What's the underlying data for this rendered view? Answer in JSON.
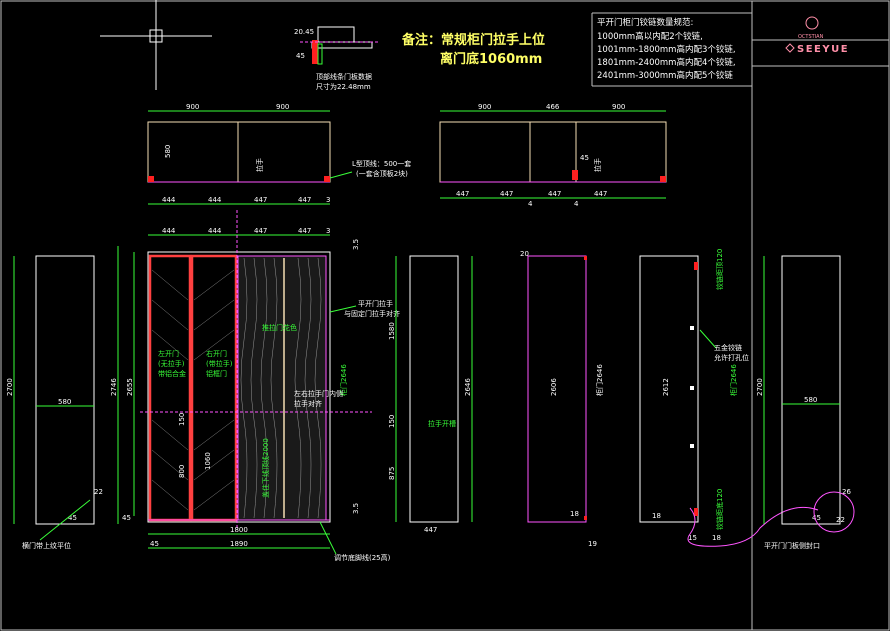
{
  "note": {
    "line1": "备注：常规柜门拉手上位",
    "line2": "离门底1060mm"
  },
  "hinge_rules": {
    "title": "平开门柜门铰链数量规范:",
    "rows": [
      "1000mm高以内配2个铰链,",
      "1001mm-1800mm高内配3个铰链,",
      "1801mm-2400mm高内配4个铰链,",
      "2401mm-3000mm高内配5个铰链"
    ]
  },
  "logo": {
    "brand_small": "OCTSTIAN",
    "brand": "SEEYUE"
  },
  "top_detail": {
    "dim_a": "20.45",
    "dim_b": "45",
    "caption_1": "顶部线条门板数据",
    "caption_2": "尺寸为22.48mm"
  },
  "plan_left": {
    "top_dims": [
      "900",
      "900"
    ],
    "depth": "580",
    "handle_label": "拉手",
    "bottom_dims": [
      "444",
      "444",
      "447",
      "447",
      "3"
    ],
    "note": "L型顶线：500一套",
    "note2": "(一套含顶板2块)"
  },
  "plan_right": {
    "top_dims": [
      "900",
      "466",
      "900"
    ],
    "small_dim": "45",
    "handle_label": "拉手",
    "bottom_dims": [
      "447",
      "447",
      "4",
      "447",
      "447",
      "4"
    ]
  },
  "front": {
    "top_dims": [
      "444",
      "444",
      "447",
      "447",
      "3"
    ],
    "height_total": "2746",
    "height_inner": "2655",
    "plinth": "45",
    "width_total": "1800",
    "width_inner": "1890",
    "bottom_left": "45",
    "door_left_label_1": "左开门",
    "door_left_label_2": "(无拉手)",
    "door_left_label_3": "带铝合金",
    "door_mid_label_1": "右开门",
    "door_mid_label_2": "(带拉手)",
    "door_mid_label_3": "铝框门",
    "door_right_label": "推拉门花色",
    "door_right_label_2": "柜门2646",
    "mid_dim_1": "150",
    "mid_dim_2": "800",
    "mid_dim_3": "1060",
    "right_dim_top": "3.5",
    "right_dim_bottom": "3.5",
    "note_right_1": "平开门拉手",
    "note_right_2": "与固定门拉手对齐",
    "note_mid_1": "左右拉手门内侧",
    "note_mid_2": "拉手对齐",
    "bottom_note": "盖住下线顶线2000",
    "left_bottom_label": "横门带上纹平位",
    "bottom_label": "调节底脚线(25高)",
    "left_side_height": "2700",
    "left_side_width": "580",
    "left_side_small": "45",
    "left_side_small2": "22"
  },
  "side_a": {
    "dims": [
      "1580",
      "150",
      "875"
    ],
    "total": "2646",
    "bottom": "447",
    "label": "拉手开槽",
    "right_top": "3.5"
  },
  "side_b": {
    "total": "2606",
    "label_h": "柜门2646",
    "top": "20",
    "bottom": "18",
    "bottom2": "19"
  },
  "side_c": {
    "total": "2612",
    "label_h": "柜门2646",
    "top_hinge": "铰链距顶120",
    "bottom_hinge": "铰链距底120",
    "note_1": "五金铰链",
    "note_2": "允许打孔位",
    "bottom_dims": [
      "18",
      "18"
    ],
    "bottom_small": "15"
  },
  "side_d": {
    "height": "2700",
    "width": "580",
    "small_dims": [
      "45",
      "22",
      "26"
    ],
    "label": "平开门门板侧封口"
  }
}
